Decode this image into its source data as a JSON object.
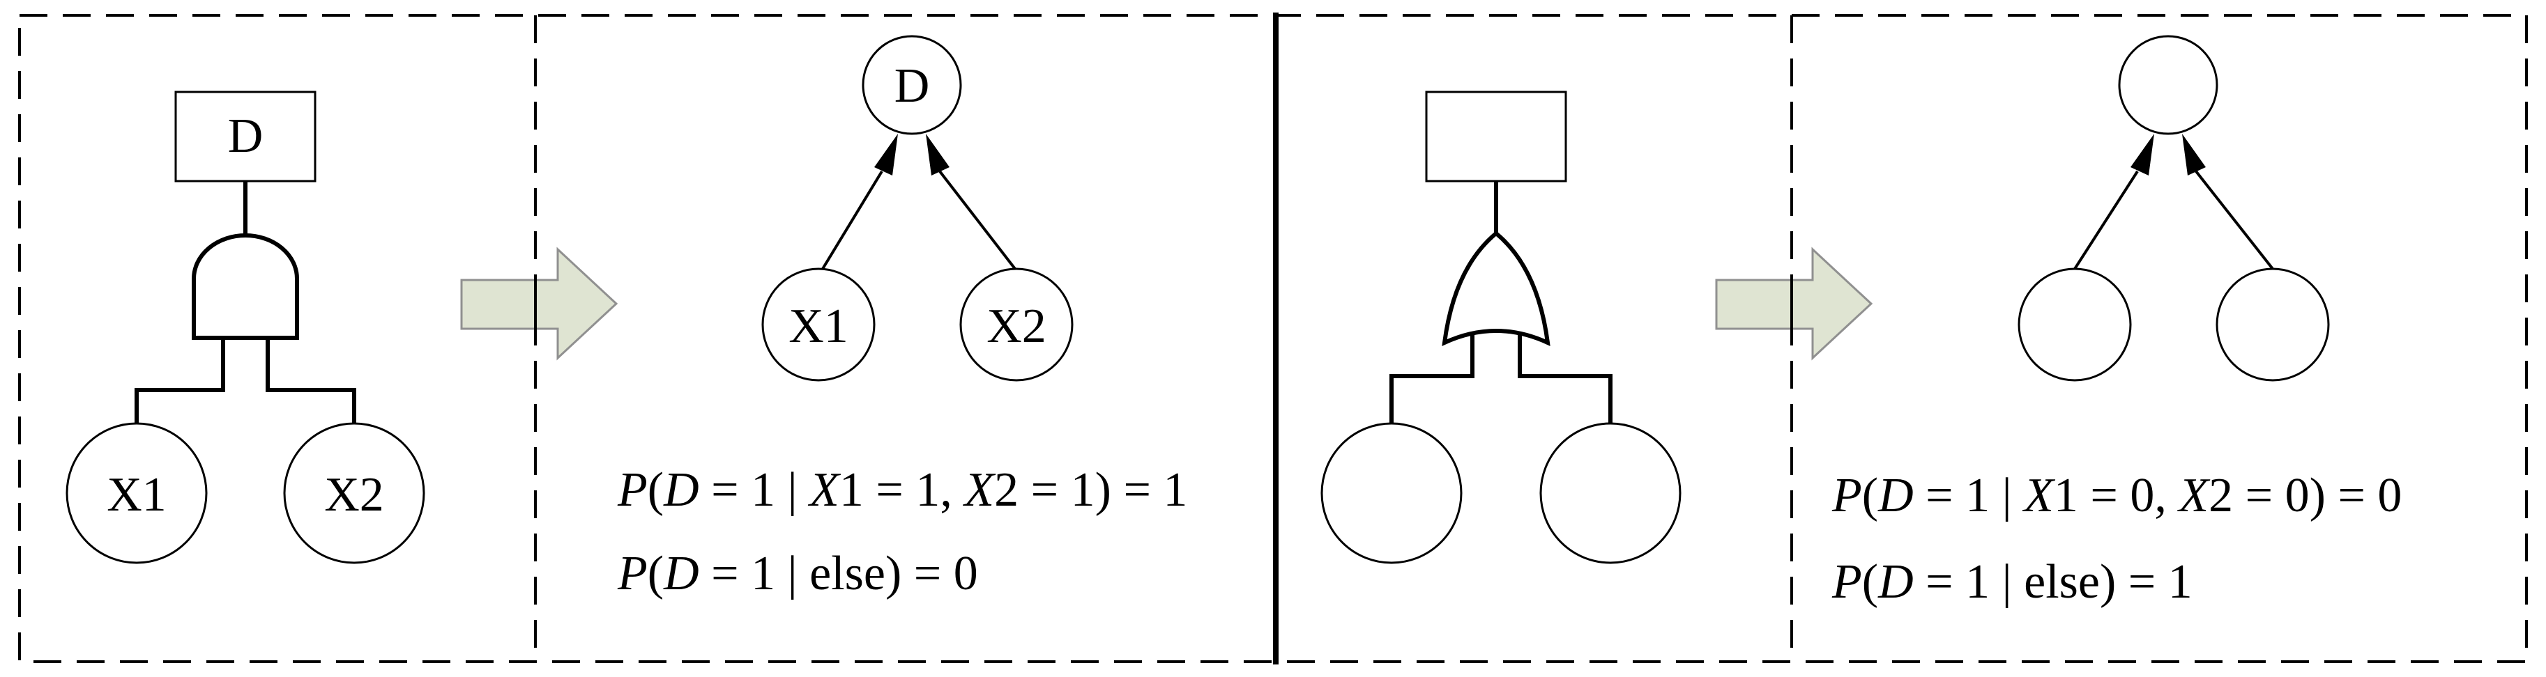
{
  "colors": {
    "ink": "#000000",
    "paper": "#ffffff",
    "arrow_fill": "#dfe4d2",
    "arrow_stroke": "#909090"
  },
  "left_panel": {
    "fault_tree": {
      "gate_type": "AND",
      "top_event": "D",
      "inputs": [
        "X1",
        "X2"
      ]
    },
    "transform_arrow": "",
    "bayesian_network": {
      "child": "D",
      "parents": [
        "X1",
        "X2"
      ]
    },
    "cpt": {
      "line1": {
        "P": "P",
        "open": "(",
        "D": "D",
        "eq1": " = 1 | ",
        "X1": "X",
        "n1": "1",
        "eq2": " = 1, ",
        "X2": "X",
        "n2": "2",
        "eq3": " = 1) = 1"
      },
      "line2": {
        "P": "P",
        "open": "(",
        "D": "D",
        "rest": " = 1 | else) = 0"
      }
    }
  },
  "right_panel": {
    "fault_tree": {
      "gate_type": "OR",
      "top_event": "",
      "inputs": [
        "",
        ""
      ]
    },
    "transform_arrow": "",
    "bayesian_network": {
      "child": "",
      "parents": [
        "",
        ""
      ]
    },
    "cpt": {
      "line1": {
        "P": "P",
        "open": "(",
        "D": "D",
        "eq1": " = 1 | ",
        "X1": "X",
        "n1": "1",
        "eq2": " = 0, ",
        "X2": "X",
        "n2": "2",
        "eq3": " = 0) = 0"
      },
      "line2": {
        "P": "P",
        "open": "(",
        "D": "D",
        "rest": " = 1 | else) = 1"
      }
    }
  }
}
